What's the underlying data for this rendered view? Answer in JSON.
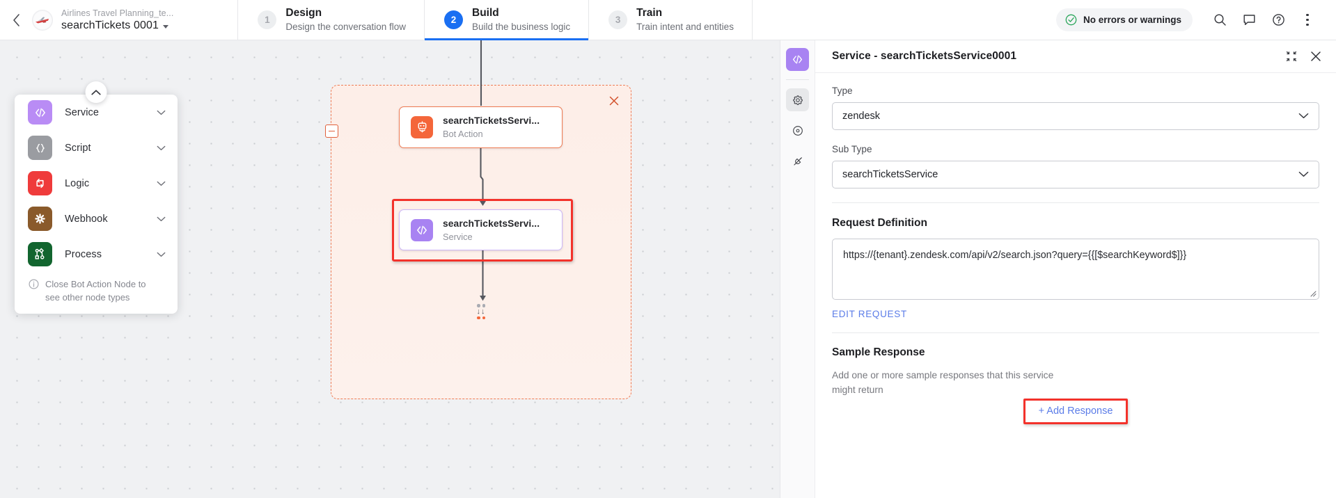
{
  "header": {
    "back_icon": "chevron-left-icon",
    "brand": {
      "avatar_icon": "airplane-avatar",
      "subtitle": "Airlines Travel Planning_te...",
      "title": "searchTickets 0001",
      "caret_icon": "caret-down-icon"
    },
    "steps": [
      {
        "num": "1",
        "name": "Design",
        "desc": "Design the conversation flow",
        "active": false
      },
      {
        "num": "2",
        "name": "Build",
        "desc": "Build the business logic",
        "active": true
      },
      {
        "num": "3",
        "name": "Train",
        "desc": "Train intent and entities",
        "active": false
      }
    ],
    "status": {
      "icon": "check-circle-icon",
      "label": "No errors or warnings",
      "color": "#2aa55a"
    },
    "icons": [
      "search-icon",
      "comment-icon",
      "help-circle-icon",
      "kebab-menu-icon"
    ]
  },
  "flyout": {
    "toggle_icon": "chevron-up-icon",
    "items": [
      {
        "label": "Service",
        "icon": "code-brackets-icon",
        "color": "#b98cf5",
        "chevron": "chevron-down-icon"
      },
      {
        "label": "Script",
        "icon": "curly-braces-icon",
        "color": "#9a9ca1",
        "chevron": "chevron-down-icon"
      },
      {
        "label": "Logic",
        "icon": "branch-loop-icon",
        "color": "#ef3b3b",
        "chevron": "chevron-down-icon"
      },
      {
        "label": "Webhook",
        "icon": "webhook-icon",
        "color": "#8a5a2b",
        "chevron": "chevron-down-icon"
      },
      {
        "label": "Process",
        "icon": "process-nodes-icon",
        "color": "#12652f",
        "chevron": "chevron-down-icon"
      }
    ],
    "note": {
      "icon": "info-circle-icon",
      "text": "Close Bot Action Node to see other node types"
    }
  },
  "canvas": {
    "group": {
      "close_icon": "close-icon",
      "collapse_icon": "minus-icon",
      "border_color": "#ef7a52"
    },
    "nodes": [
      {
        "title": "searchTicketsServi...",
        "subtitle": "Bot Action",
        "icon": "robot-icon",
        "color": "#f4663a"
      },
      {
        "title": "searchTicketsServi...",
        "subtitle": "Service",
        "icon": "code-brackets-icon",
        "color": "#a883f2"
      }
    ],
    "add_handle_icon": "add-node-handle-icon",
    "highlight_color": "#f3322b"
  },
  "right_panel": {
    "rail": [
      {
        "icon": "code-brackets-icon",
        "state": "primary"
      },
      {
        "icon": "gear-icon",
        "state": "selected"
      },
      {
        "icon": "target-circle-icon",
        "state": "plain"
      },
      {
        "icon": "plug-off-icon",
        "state": "plain"
      }
    ],
    "title": "Service - searchTicketsService0001",
    "expand_icon": "collapse-arrows-icon",
    "close_icon": "close-icon",
    "fields": {
      "type_label": "Type",
      "type_value": "zendesk",
      "subtype_label": "Sub Type",
      "subtype_value": "searchTicketsService",
      "dropdown_icon": "chevron-down-icon"
    },
    "request": {
      "section_title": "Request Definition",
      "url": "https://{tenant}.zendesk.com/api/v2/search.json?query={{[$searchKeyword$]}}",
      "edit_link": "EDIT REQUEST",
      "resize_icon": "resize-grip-icon"
    },
    "sample_response": {
      "section_title": "Sample Response",
      "help": "Add one or more sample responses that this service might return",
      "add_button": "+ Add Response"
    }
  }
}
